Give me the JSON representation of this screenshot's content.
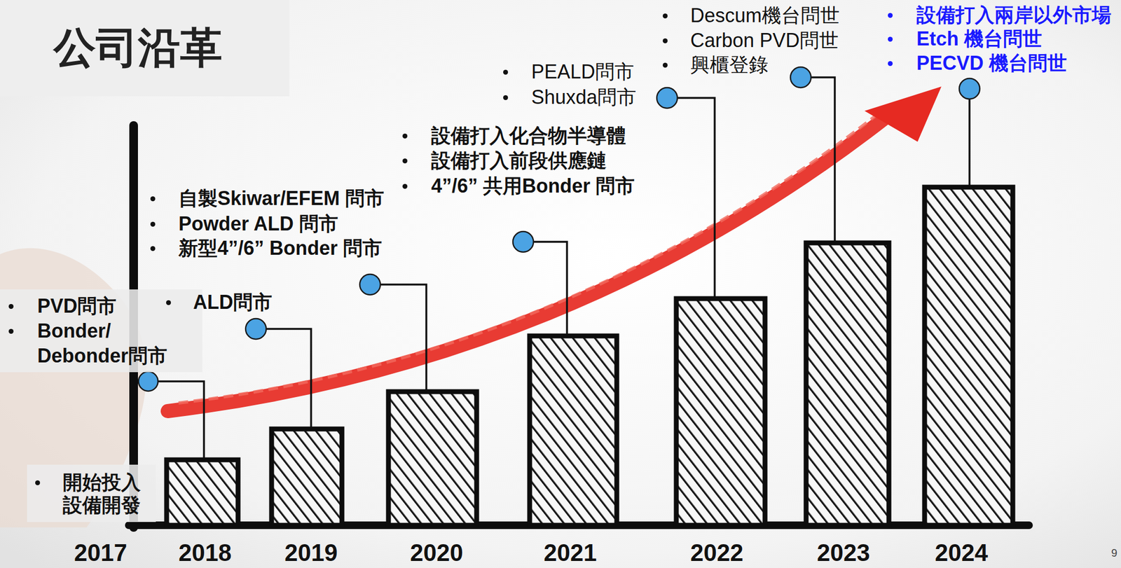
{
  "diagram": {
    "title": "公司沿革",
    "labels": [
      "開始投入 設備開發",
      "PVD問市",
      "Bonder/ Debonder問市",
      "ALD問市",
      "自製Skiwar/EFEM 問市",
      "Powder ALD 問市",
      "新型4”/6” Bonder 問市",
      "設備打入化合物半導體",
      "設備打入前段供應鏈",
      "4”/6” 共用Bonder 問市",
      "PEALD問市",
      "Shuxda問市",
      "Descum機台問世",
      "Carbon PVD問世",
      "興櫃登錄",
      "設備打入兩岸以外市場",
      "Etch 機台問世",
      "PECVD 機台問世",
      "2017",
      "2018",
      "2019",
      "2020",
      "2021",
      "2022",
      "2023",
      "2024",
      "9"
    ]
  }
}
